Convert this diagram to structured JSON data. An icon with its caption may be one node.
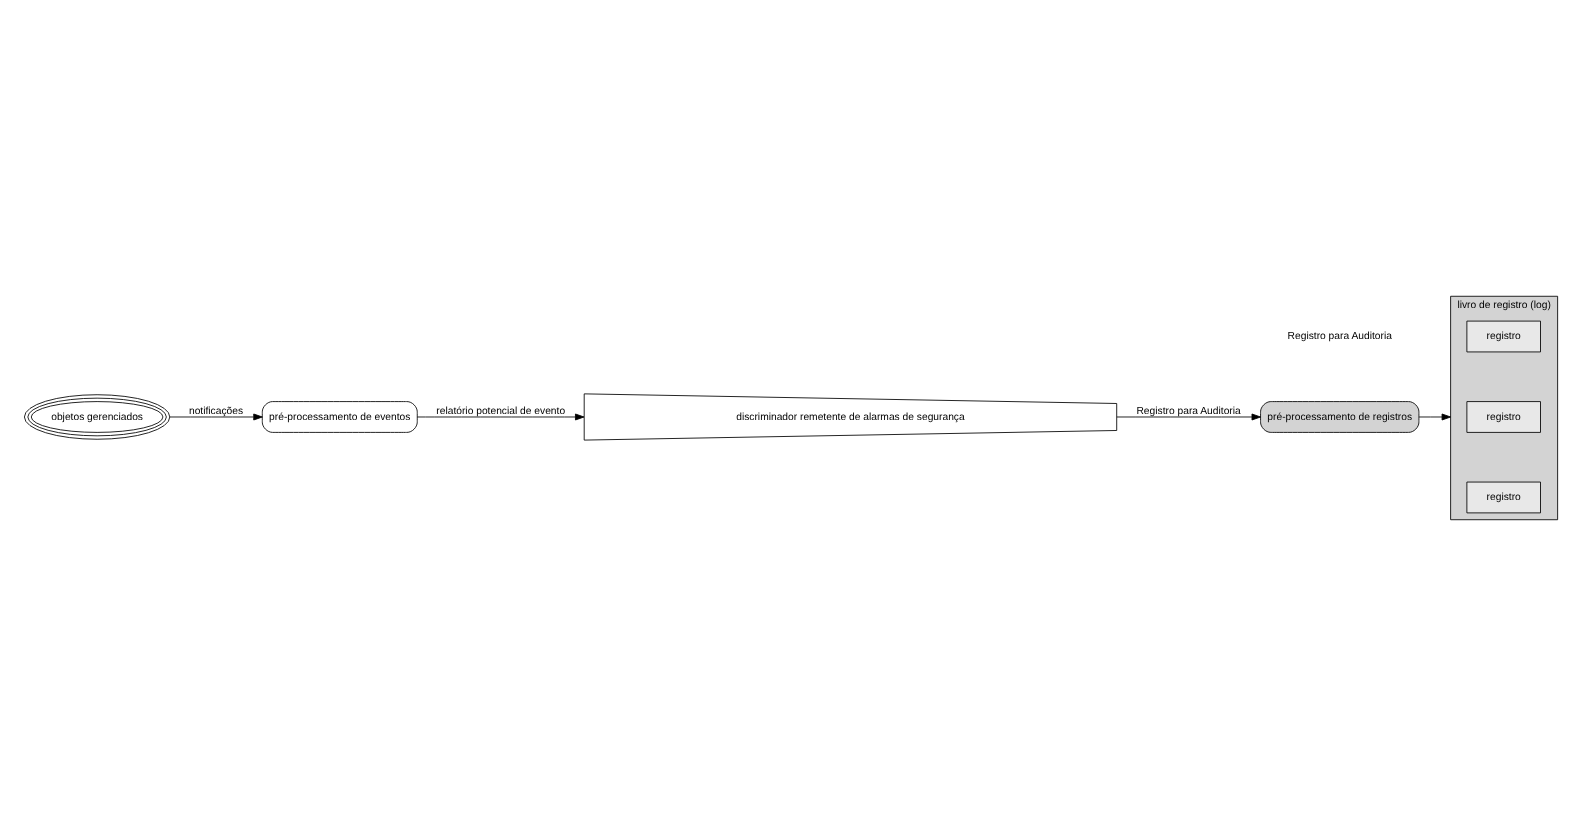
{
  "diagram": {
    "nodes": [
      {
        "text": [
          "objetos gerenciados"
        ]
      },
      {
        "text": [
          "pré-processamento de eventos"
        ]
      },
      {
        "text": [
          "discriminador remetente de alarmas de segurança"
        ]
      },
      {
        "text": [
          "pré-processamento de registros"
        ]
      },
      {
        "text": [
          "livro de registro (log)"
        ]
      },
      {
        "text": [
          "registro"
        ],
        "in": 4
      },
      {
        "text": [
          "registro"
        ],
        "in": 4
      },
      {
        "text": [
          "registro"
        ],
        "in": 4
      }
    ],
    "edges": [
      {
        "from": 0,
        "to": 1,
        "arrow": "to",
        "label": "notificações"
      },
      {
        "from": 1,
        "to": 2,
        "arrow": "to",
        "label": "relatório potencial de evento"
      },
      {
        "from": 2,
        "to": 3,
        "arrow": "to",
        "label": "Registro para Auditoria"
      },
      {
        "from": 3,
        "to": 4,
        "arrow": "to"
      }
    ],
    "labels": [
      "Registro para Auditoria"
    ]
  }
}
